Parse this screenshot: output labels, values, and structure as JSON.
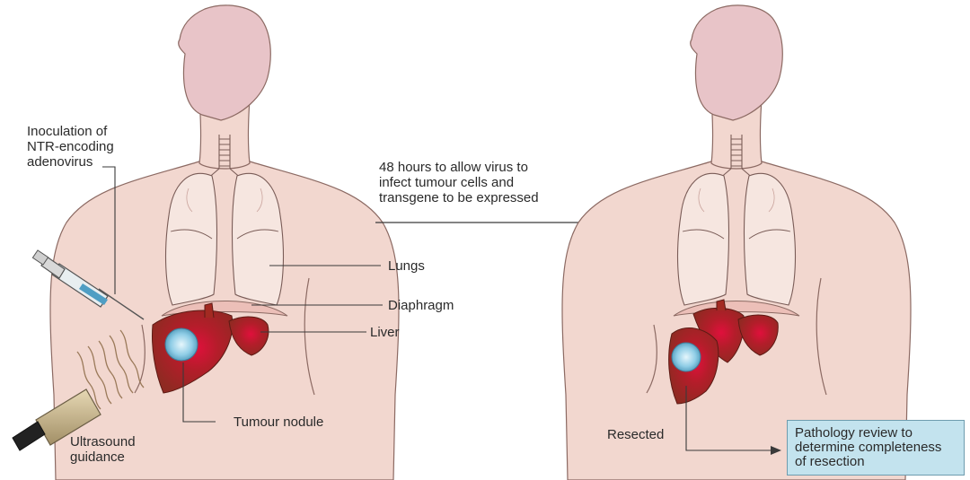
{
  "labels": {
    "inoculation": "Inoculation of\nNTR-encoding\nadenovirus",
    "interval": "48 hours to allow virus to\ninfect tumour cells and\ntransgene to be expressed",
    "lungs": "Lungs",
    "diaphragm": "Diaphragm",
    "liver": "Liver",
    "tumour_nodule": "Tumour nodule",
    "ultrasound": "Ultrasound\nguidance",
    "resected": "Resected",
    "pathology": "Pathology review to\ndetermine completeness\nof resection"
  },
  "colors": {
    "skin": "#f2d7cf",
    "skin_outline": "#8c6a63",
    "head": "#e8c4c8",
    "lung": "#f6e6e0",
    "lung_outline": "#7a5c57",
    "liver": "#a32a22",
    "liver_glow": "#d0103a",
    "tumour": "#8fcde6",
    "diaphragm": "#ecbfb8",
    "line": "#3a3a3a",
    "pathology_box": "#c3e3ee"
  }
}
